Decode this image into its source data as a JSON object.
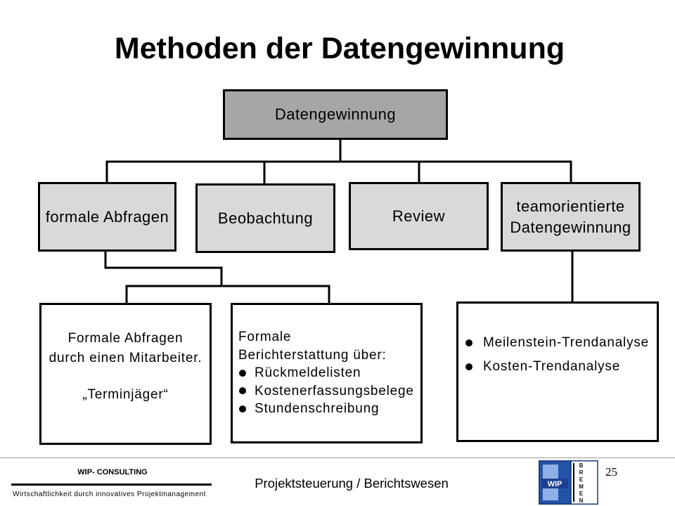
{
  "slide": {
    "title": "Methoden der Datengewinnung"
  },
  "diagram": {
    "root": {
      "label": "Datengewinnung"
    },
    "branches": [
      {
        "lines": [
          "formale Abfragen"
        ]
      },
      {
        "lines": [
          "Beobachtung"
        ]
      },
      {
        "lines": [
          "Review"
        ]
      },
      {
        "lines": [
          "teamorientierte",
          "Datengewinnung"
        ]
      }
    ],
    "details": {
      "formal_inquiry": {
        "lines": [
          "Formale Abfragen",
          "durch einen Mitarbeiter.",
          "„Terminjäger“"
        ]
      },
      "formal_reporting": {
        "lines": [
          "Formale",
          "Berichterstattung über:"
        ],
        "bullets": [
          "Rückmeldelisten",
          "Kostenerfassungsbelege",
          "Stundenschreibung"
        ]
      },
      "team_methods": {
        "bullets": [
          "Meilenstein-Trendanalyse",
          "Kosten-Trendanalyse"
        ]
      }
    }
  },
  "footer": {
    "company": "WIP- CONSULTING",
    "tagline": "Wirtschaftlichkeit durch innovatives Projektmanagement",
    "section": "Projektsteuerung / Berichtswesen",
    "page_number": "25",
    "logo": {
      "mark": "WIP",
      "city": "BREMEN"
    }
  },
  "colors": {
    "root_fill": "#a6a6a6",
    "branch_fill": "#d9d9d9",
    "detail_fill": "#ffffff",
    "line": "#000000",
    "logo_blue": "#2452a6",
    "footer_rule": "#9a9a9a"
  }
}
